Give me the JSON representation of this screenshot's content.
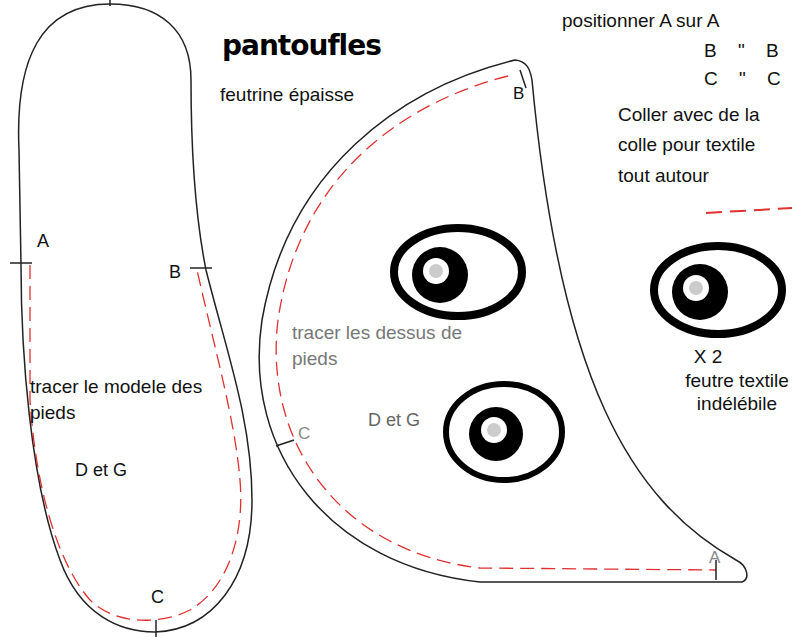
{
  "diagram": {
    "title": "pantoufles",
    "labels": [
      "feutrine épaisse",
      "positionner A sur A",
      "B \" B",
      "C \" C",
      "A",
      "B",
      "tracer le modele des pieds",
      "D et G",
      "C",
      "B",
      "tracer les dessus de pieds",
      "C",
      "D et G",
      "A",
      "X 2",
      "feutre textile indélébile"
    ],
    "legend": [
      {
        "text": "Coller avec de la colle pour textile tout autour"
      }
    ]
  }
}
